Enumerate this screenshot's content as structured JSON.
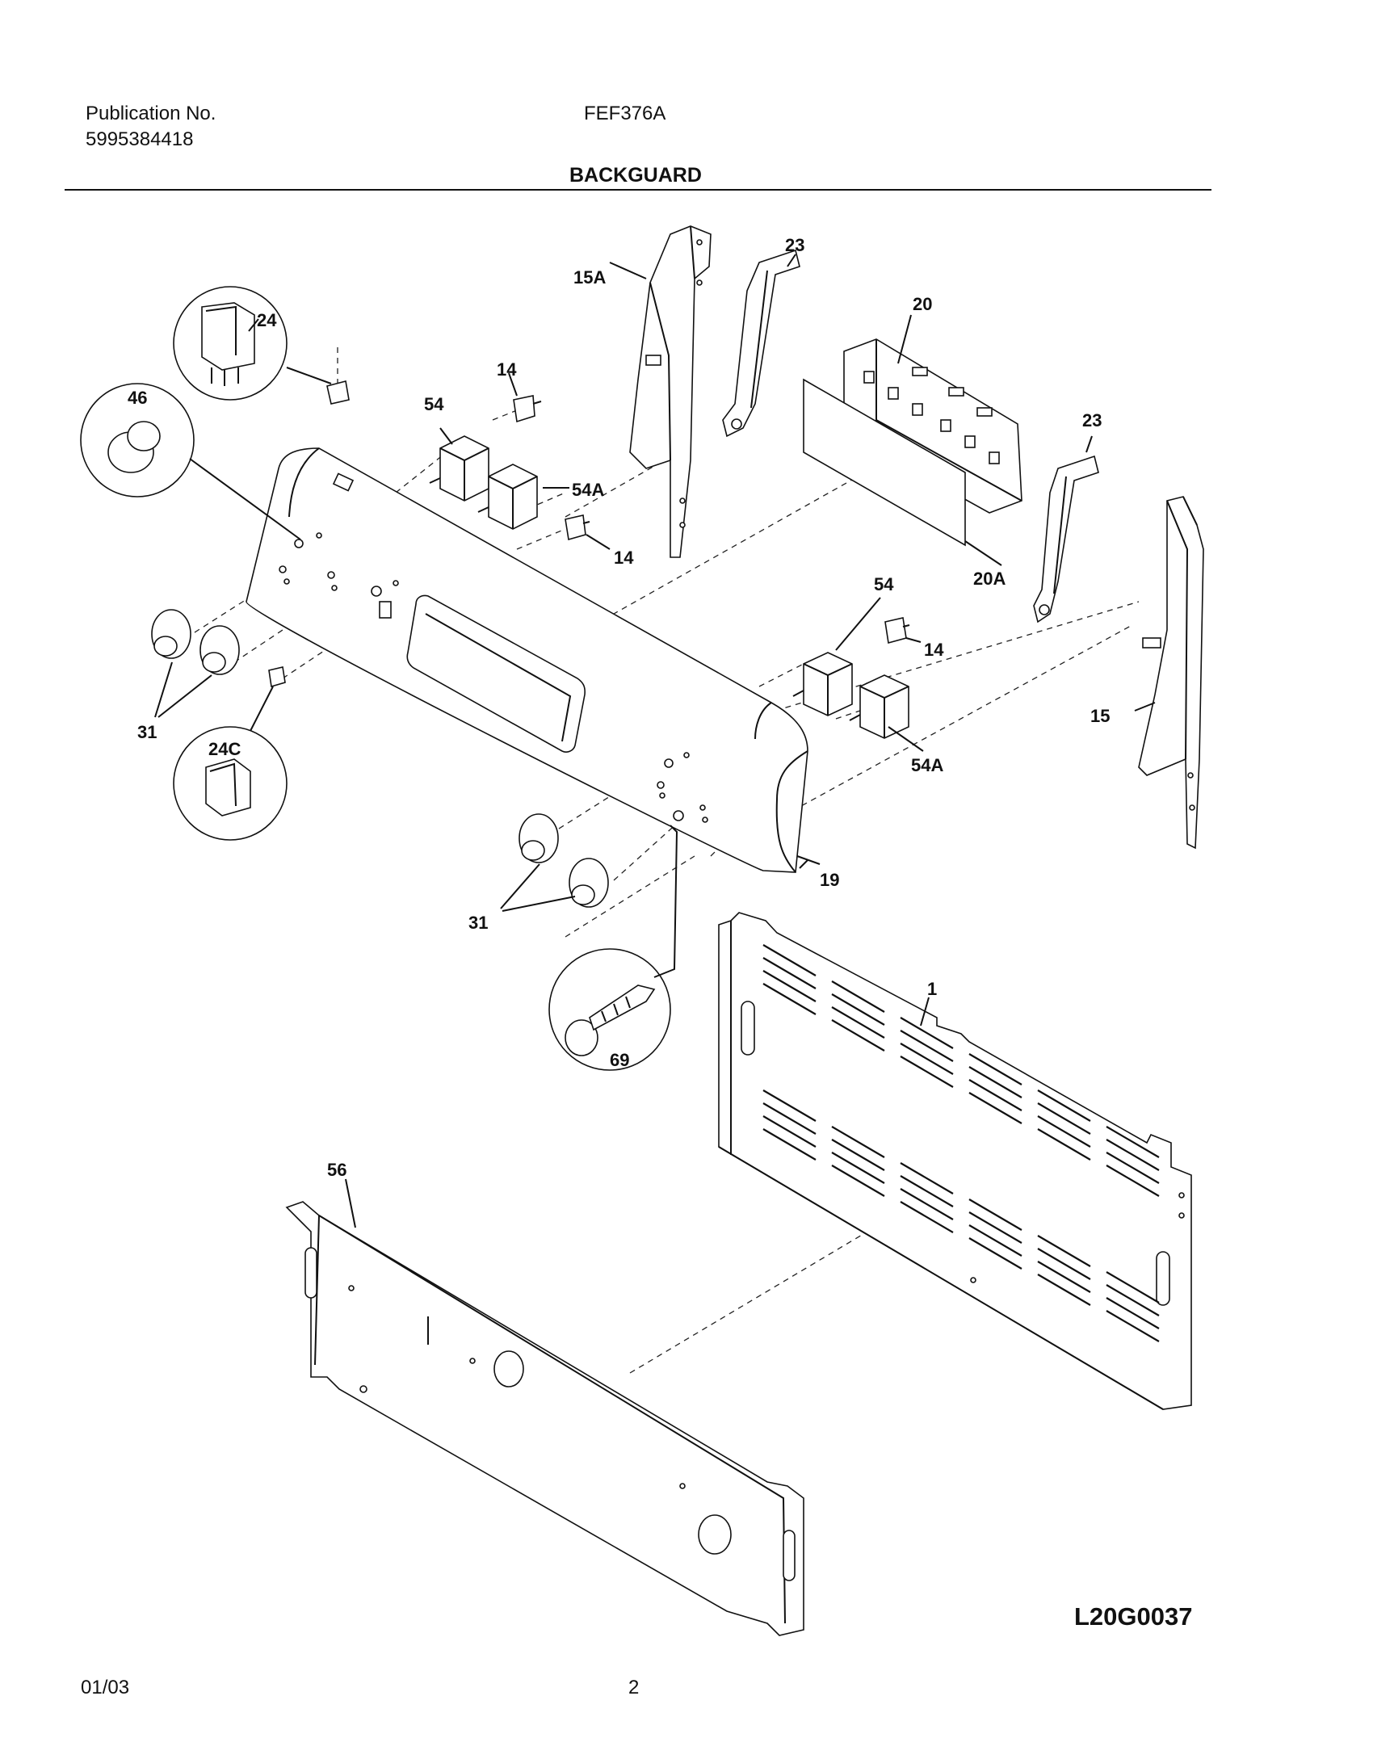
{
  "header": {
    "publication_label": "Publication No.",
    "publication_number": "5995384418",
    "model": "FEF376A",
    "section_title": "BACKGUARD"
  },
  "footer": {
    "date": "01/03",
    "page": "2"
  },
  "diagram": {
    "drawing_code": "L20G0037",
    "part_labels": {
      "p1": "1",
      "p14a": "14",
      "p14b": "14",
      "p14c": "14",
      "p15": "15",
      "p15a": "15A",
      "p19": "19",
      "p20": "20",
      "p20a": "20A",
      "p23a": "23",
      "p23b": "23",
      "p24": "24",
      "p24c": "24C",
      "p31a": "31",
      "p31b": "31",
      "p46": "46",
      "p54a": "54",
      "p54b": "54",
      "p54Aa": "54A",
      "p54Ab": "54A",
      "p56": "56",
      "p69": "69"
    }
  }
}
